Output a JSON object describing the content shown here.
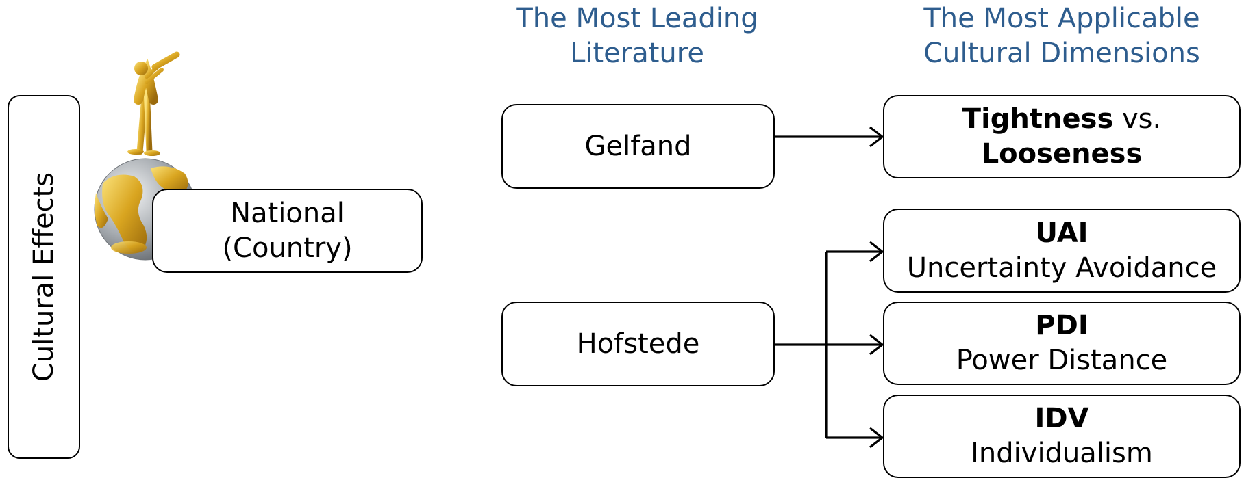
{
  "headings": {
    "literature_line1": "The Most Leading",
    "literature_line2": "Literature",
    "dimensions_line1": "The Most Applicable",
    "dimensions_line2": "Cultural Dimensions"
  },
  "side_label": "Cultural Effects",
  "national": {
    "line1": "National",
    "line2": "(Country)"
  },
  "literature": {
    "gelfand": "Gelfand",
    "hofstede": "Hofstede"
  },
  "dimensions": {
    "tightness": {
      "bold1": "Tightness",
      "text": " vs.",
      "bold2": "Looseness"
    },
    "uai": {
      "code": "UAI",
      "name": "Uncertainty Avoidance"
    },
    "pdi": {
      "code": "PDI",
      "name": "Power Distance"
    },
    "idv": {
      "code": "IDV",
      "name": "Individualism"
    }
  },
  "colors": {
    "heading": "#2E5D8E",
    "border": "#000000",
    "gold": "#D4A21C",
    "globe_sea": "#9EA3A8",
    "globe_land": "#C8961E"
  },
  "icons": {
    "globe": "globe-with-figure-icon"
  }
}
